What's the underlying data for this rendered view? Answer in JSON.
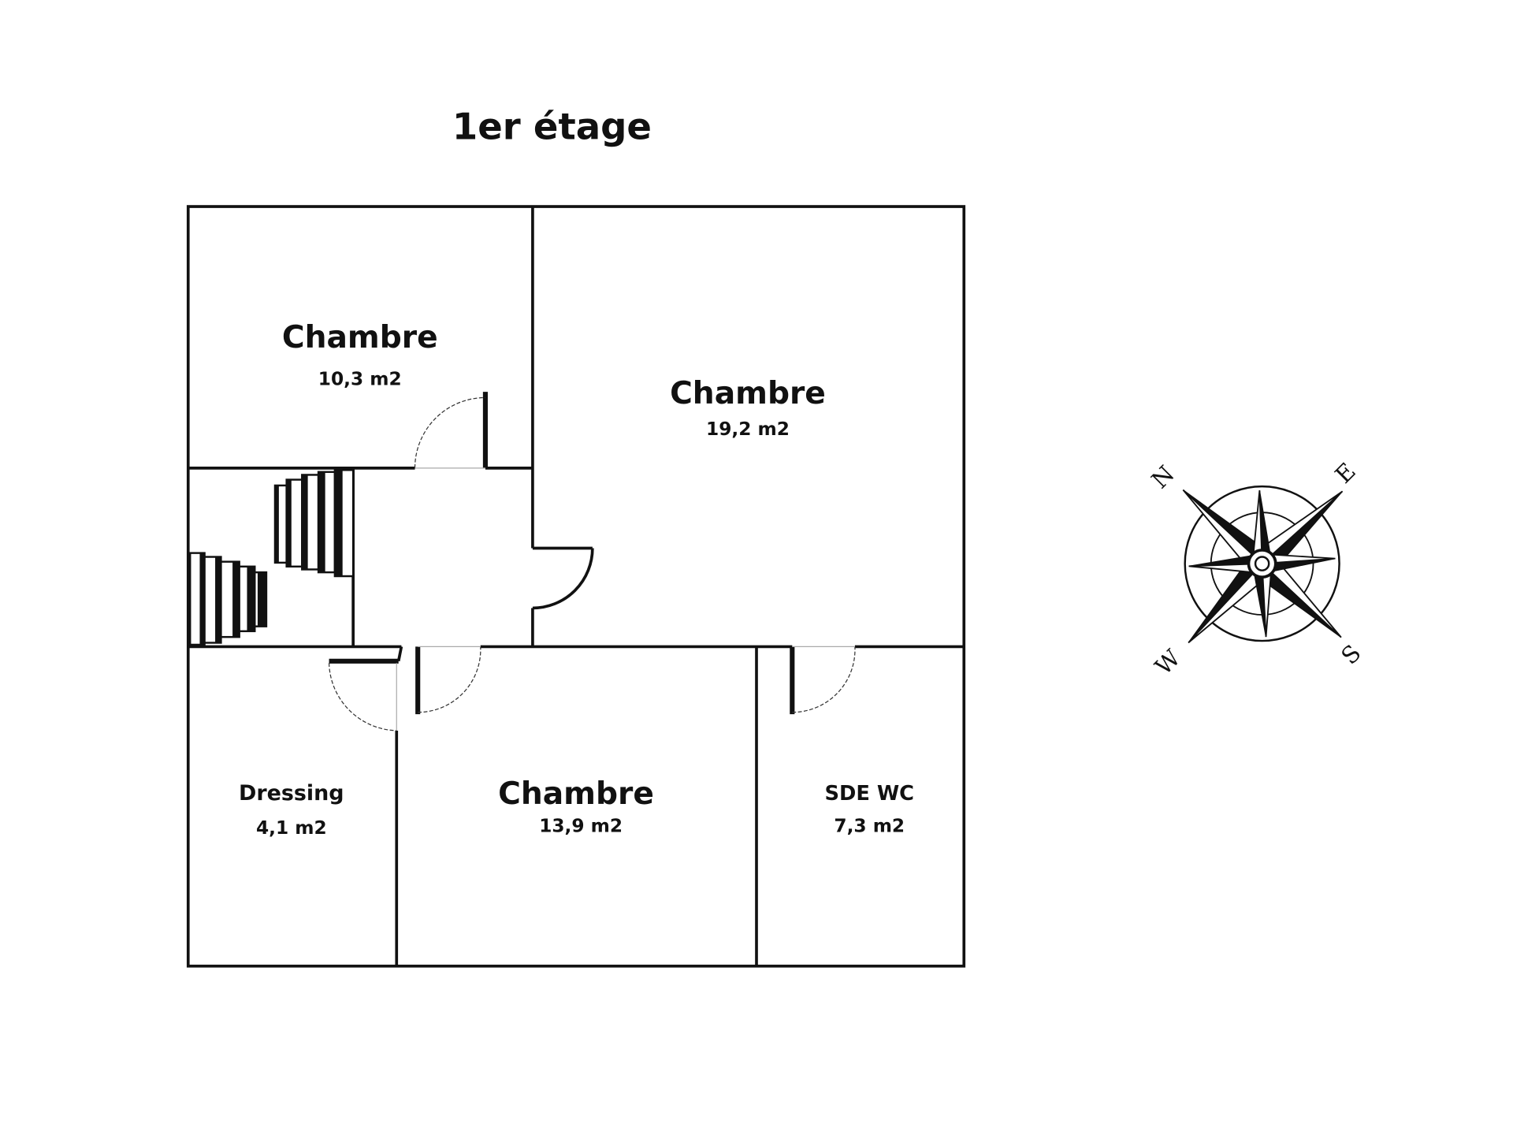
{
  "title": "1er étage",
  "rooms": [
    {
      "name": "Chambre",
      "area": "10,3 m2"
    },
    {
      "name": "Chambre",
      "area": "19,2 m2"
    },
    {
      "name": "Dressing",
      "area": "4,1 m2"
    },
    {
      "name": "Chambre",
      "area": "13,9 m2"
    },
    {
      "name": "SDE WC",
      "area": "7,3 m2"
    }
  ],
  "compass": {
    "n": "N",
    "e": "E",
    "s": "S",
    "w": "W"
  }
}
